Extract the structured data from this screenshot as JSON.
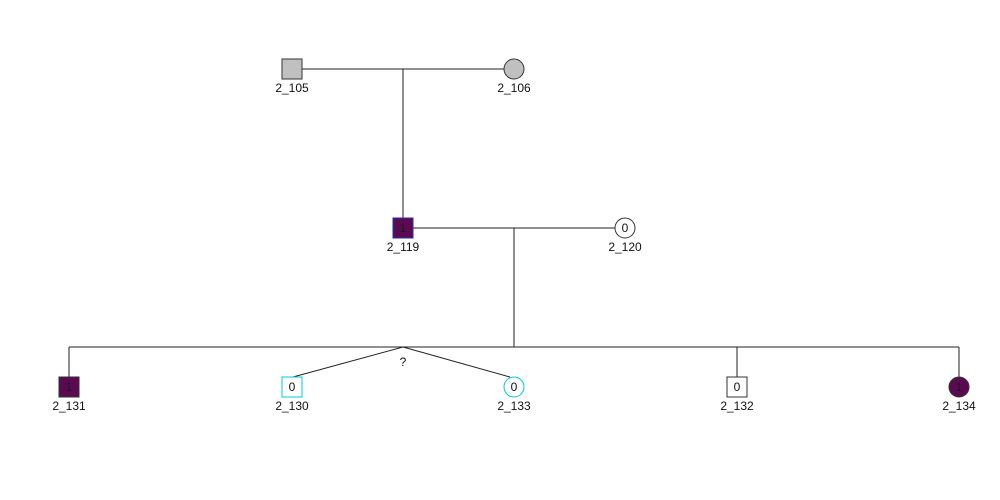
{
  "colors": {
    "affected": "#5b0a52",
    "unknown": "#c0c0c0",
    "unaffected": "#ffffff",
    "outline": "#333333",
    "highlight_outline": "#00c8d8",
    "highlight_blue": "#2233aa"
  },
  "individuals": [
    {
      "id": "2_105",
      "sex": "male",
      "status": "unknown",
      "marker": ""
    },
    {
      "id": "2_106",
      "sex": "female",
      "status": "unknown",
      "marker": ""
    },
    {
      "id": "2_119",
      "sex": "male",
      "status": "affected",
      "marker": "1"
    },
    {
      "id": "2_120",
      "sex": "female",
      "status": "unaffected",
      "marker": "0"
    },
    {
      "id": "2_131",
      "sex": "male",
      "status": "affected",
      "marker": "1"
    },
    {
      "id": "2_130",
      "sex": "male",
      "status": "unaffected",
      "marker": "0",
      "outline": "highlight"
    },
    {
      "id": "2_133",
      "sex": "female",
      "status": "unaffected",
      "marker": "0",
      "outline": "highlight"
    },
    {
      "id": "2_132",
      "sex": "male",
      "status": "unaffected",
      "marker": "0"
    },
    {
      "id": "2_134",
      "sex": "female",
      "status": "affected",
      "marker": "1"
    }
  ],
  "twin_marker": "?"
}
